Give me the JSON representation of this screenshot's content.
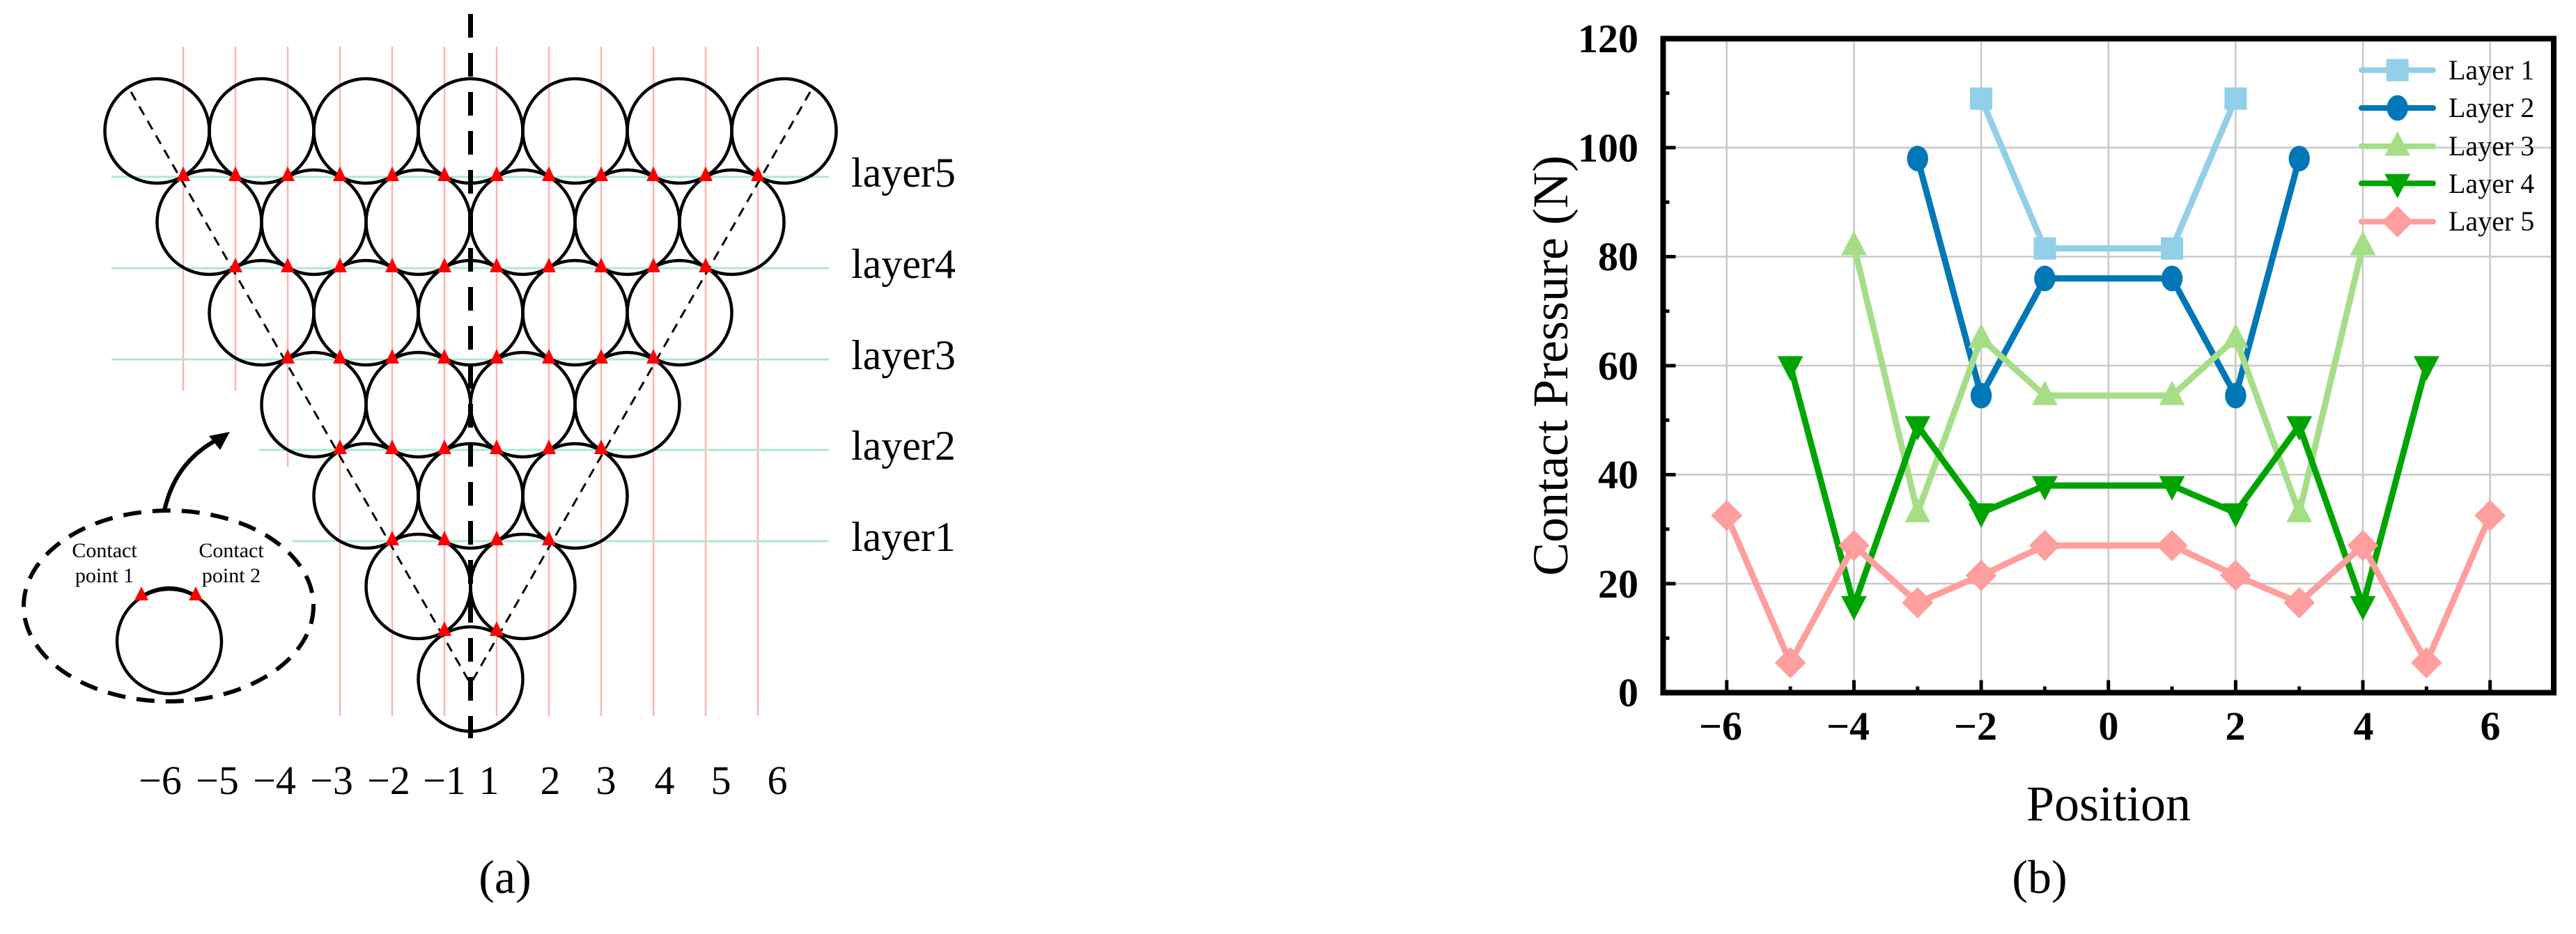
{
  "panel_a": {
    "caption": "(a)",
    "layer_labels": [
      "layer5",
      "layer4",
      "layer3",
      "layer2",
      "layer1"
    ],
    "position_labels": [
      "−6",
      "−5",
      "−4",
      "−3",
      "−2",
      "−1",
      "1",
      "2",
      "3",
      "4",
      "5",
      "6"
    ],
    "inset": {
      "label_1_line1": "Contact",
      "label_1_line2": "point 1",
      "label_2_line1": "Contact",
      "label_2_line2": "point 2"
    },
    "rows_circle_counts": [
      7,
      6,
      5,
      4,
      3,
      2,
      1
    ],
    "colors": {
      "circle_stroke": "#000000",
      "contact_marker": "#ff0000",
      "position_line": "#ffb3b3",
      "layer_line": "#aee8d2"
    }
  },
  "panel_b": {
    "caption": "(b)",
    "xlabel": "Position",
    "ylabel": "Contact Pressure (N)",
    "x_tick_labels": [
      "−6",
      "−4",
      "−2",
      "0",
      "2",
      "4",
      "6"
    ],
    "y_tick_labels": [
      "0",
      "20",
      "40",
      "60",
      "80",
      "100",
      "120"
    ],
    "legend": [
      {
        "label": "Layer 1",
        "color": "#92cfe9",
        "marker": "square"
      },
      {
        "label": "Layer 2",
        "color": "#0077b6",
        "marker": "circle"
      },
      {
        "label": "Layer 3",
        "color": "#a6de88",
        "marker": "triangle-up"
      },
      {
        "label": "Layer 4",
        "color": "#00a400",
        "marker": "triangle-down"
      },
      {
        "label": "Layer 5",
        "color": "#ff9e9e",
        "marker": "diamond"
      }
    ]
  },
  "chart_data": {
    "type": "line",
    "title": "",
    "xlabel": "Position",
    "ylabel": "Contact Pressure (N)",
    "xlim": [
      -7,
      7
    ],
    "ylim": [
      0,
      120
    ],
    "x_ticks": [
      -6,
      -4,
      -2,
      0,
      2,
      4,
      6
    ],
    "y_ticks": [
      0,
      20,
      40,
      60,
      80,
      100,
      120
    ],
    "grid": true,
    "legend_position": "upper right",
    "series": [
      {
        "name": "Layer 1",
        "color": "#92cfe9",
        "marker": "square",
        "x": [
          -2,
          -1,
          1,
          2
        ],
        "y": [
          109,
          81.5,
          81.5,
          109
        ]
      },
      {
        "name": "Layer 2",
        "color": "#0077b6",
        "marker": "circle",
        "x": [
          -3,
          -2,
          -1,
          1,
          2,
          3
        ],
        "y": [
          98,
          54.5,
          76,
          76,
          54.5,
          98
        ]
      },
      {
        "name": "Layer 3",
        "color": "#a6de88",
        "marker": "triangle-up",
        "x": [
          -4,
          -3,
          -2,
          -1,
          1,
          2,
          3,
          4
        ],
        "y": [
          82,
          33,
          65,
          54.5,
          54.5,
          65,
          33,
          82
        ]
      },
      {
        "name": "Layer 4",
        "color": "#00a400",
        "marker": "triangle-down",
        "x": [
          -5,
          -4,
          -3,
          -2,
          -1,
          1,
          2,
          3,
          4,
          5
        ],
        "y": [
          60,
          16,
          49,
          33,
          38,
          38,
          33,
          49,
          16,
          60
        ]
      },
      {
        "name": "Layer 5",
        "color": "#ff9e9e",
        "marker": "diamond",
        "x": [
          -6,
          -5,
          -4,
          -3,
          -2,
          -1,
          1,
          2,
          3,
          4,
          5,
          6
        ],
        "y": [
          32.5,
          5.5,
          27,
          16.5,
          21.5,
          27,
          27,
          21.5,
          16.5,
          27,
          5.5,
          32.5
        ]
      }
    ]
  }
}
